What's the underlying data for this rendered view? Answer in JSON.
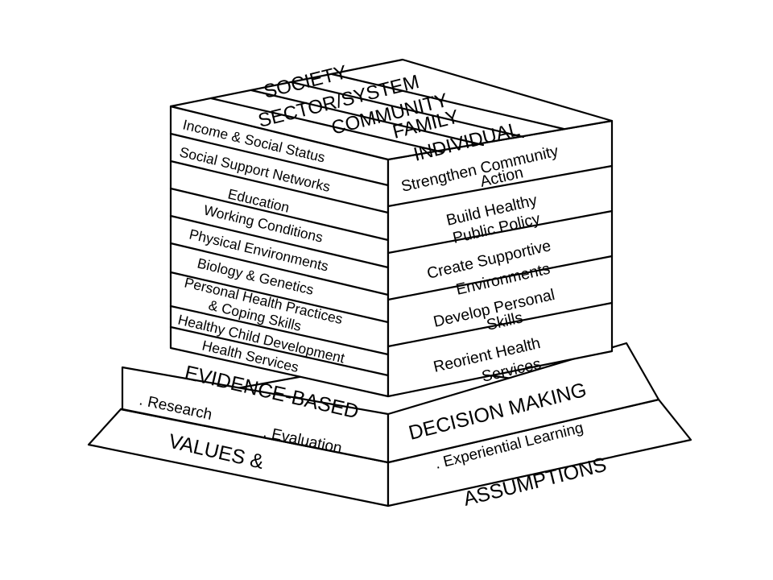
{
  "diagram": {
    "top_levels": [
      "SOCIETY",
      "SECTOR/SYSTEM",
      "COMMUNITY",
      "FAMILY",
      "INDIVIDUAL"
    ],
    "determinants": [
      "Income & Social Status",
      "Social Support Networks",
      "Education",
      "Working Conditions",
      "Physical Environments",
      "Biology & Genetics",
      "Personal Health Practices",
      "& Coping Skills",
      "Healthy Child Development",
      "Health Services"
    ],
    "strategies": [
      "Strengthen Community",
      "Action",
      "Build Healthy",
      "Public Policy",
      "Create Supportive",
      "Environments",
      "Develop Personal",
      "Skills",
      "Reorient Health",
      "Services"
    ],
    "tier_evidence": {
      "left": "EVIDENCE-BASED",
      "right": "DECISION MAKING",
      "research": ". Research",
      "evaluation": ". Evaluation",
      "experiential": ". Experiential Learning"
    },
    "tier_values": {
      "left": "VALUES &",
      "right": "ASSUMPTIONS"
    }
  }
}
